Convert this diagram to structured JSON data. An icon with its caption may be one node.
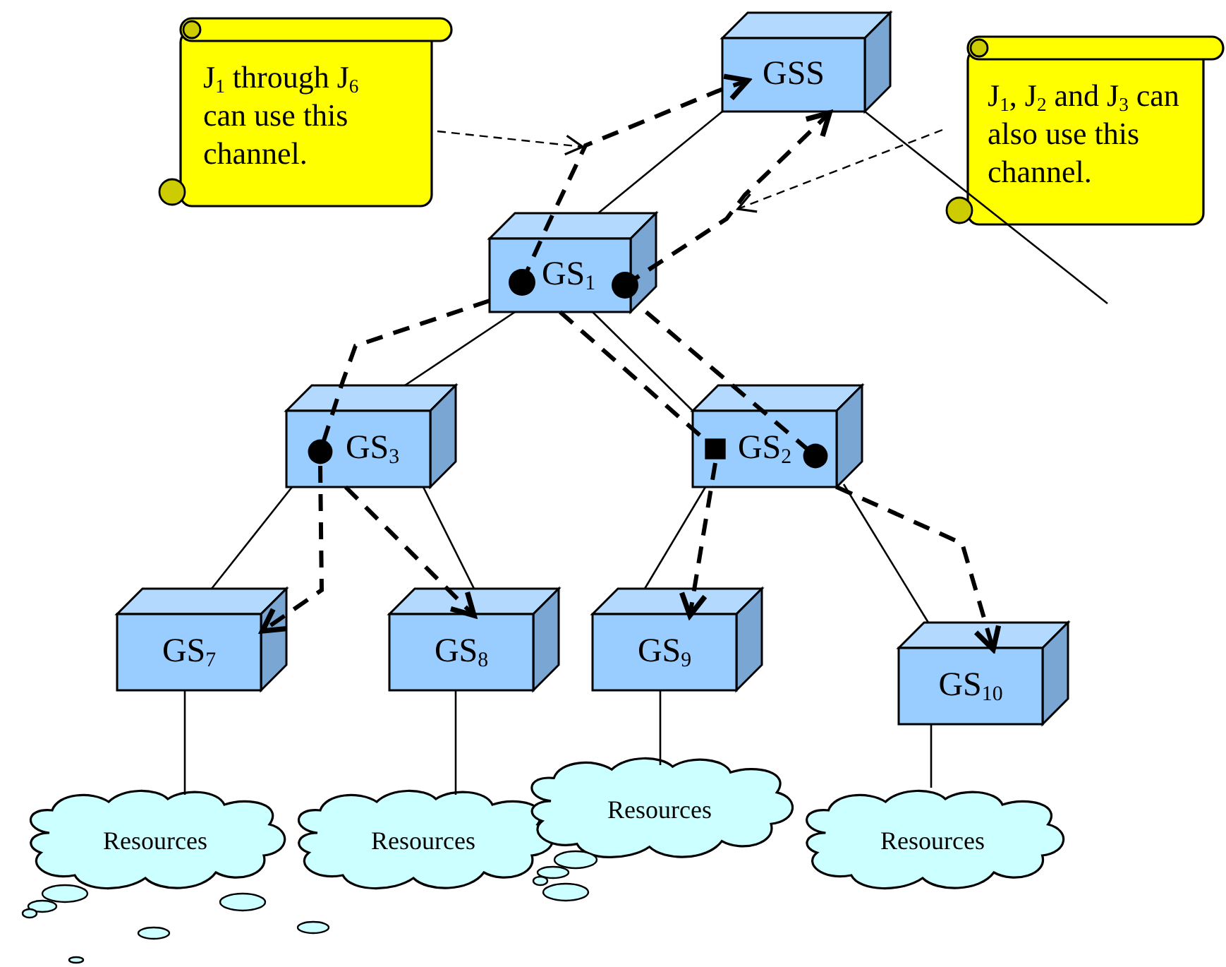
{
  "diagram": {
    "nodes": [
      {
        "text": [
          "GSS"
        ]
      },
      {
        "text": [
          "GS$_{1}$"
        ]
      },
      {
        "text": [
          "GS$_{3}$"
        ]
      },
      {
        "text": [
          "GS$_{2}$"
        ]
      },
      {
        "text": [
          "GS$_{7}$"
        ]
      },
      {
        "text": [
          "GS$_{8}$"
        ]
      },
      {
        "text": [
          "GS$_{9}$"
        ]
      },
      {
        "text": [
          "GS$_{10}$"
        ]
      },
      {
        "text": [
          "Resources"
        ]
      },
      {
        "text": [
          "Resources"
        ]
      },
      {
        "text": [
          "Resources"
        ]
      },
      {
        "text": [
          "Resources"
        ]
      },
      {
        "text": [
          "J$_{1}$ through J$_{6}$ can use this channel."
        ]
      },
      {
        "text": [
          "J$_{1}$, J$_{2}$ and J$_{3}$ can also use this channel."
        ]
      }
    ],
    "edges": [
      {
        "from": 0,
        "to": 1,
        "arrow": "none"
      },
      {
        "from": 0,
        "to": null,
        "arrow": "none"
      },
      {
        "from": 1,
        "to": 2,
        "arrow": "none"
      },
      {
        "from": 1,
        "to": 3,
        "arrow": "none"
      },
      {
        "from": 2,
        "to": 4,
        "arrow": "none"
      },
      {
        "from": 2,
        "to": 5,
        "arrow": "none"
      },
      {
        "from": 3,
        "to": 6,
        "arrow": "none"
      },
      {
        "from": 3,
        "to": 7,
        "arrow": "none"
      },
      {
        "from": 4,
        "to": 8,
        "arrow": "none"
      },
      {
        "from": 5,
        "to": 9,
        "arrow": "none"
      },
      {
        "from": 6,
        "to": 10,
        "arrow": "none"
      },
      {
        "from": 7,
        "to": 11,
        "arrow": "none"
      },
      {
        "from": 1,
        "to": 0,
        "arrow": "to",
        "style": "dashed"
      },
      {
        "from": 1,
        "to": 0,
        "arrow": "to",
        "style": "dashed"
      },
      {
        "from": 1,
        "to": 2,
        "arrow": "other",
        "style": "dashed"
      },
      {
        "from": 2,
        "to": 4,
        "arrow": "to",
        "style": "dashed"
      },
      {
        "from": 2,
        "to": 5,
        "arrow": "to",
        "style": "dashed"
      },
      {
        "from": 1,
        "to": 3,
        "arrow": "other",
        "style": "dashed"
      },
      {
        "from": 1,
        "to": 3,
        "arrow": "other",
        "style": "dashed"
      },
      {
        "from": 3,
        "to": 6,
        "arrow": "to",
        "style": "dashed"
      },
      {
        "from": 3,
        "to": 7,
        "arrow": "to",
        "style": "dashed"
      },
      {
        "from": 12,
        "to": null,
        "arrow": "to",
        "style": "dashed"
      },
      {
        "from": 13,
        "to": null,
        "arrow": "to",
        "style": "dashed"
      }
    ]
  }
}
